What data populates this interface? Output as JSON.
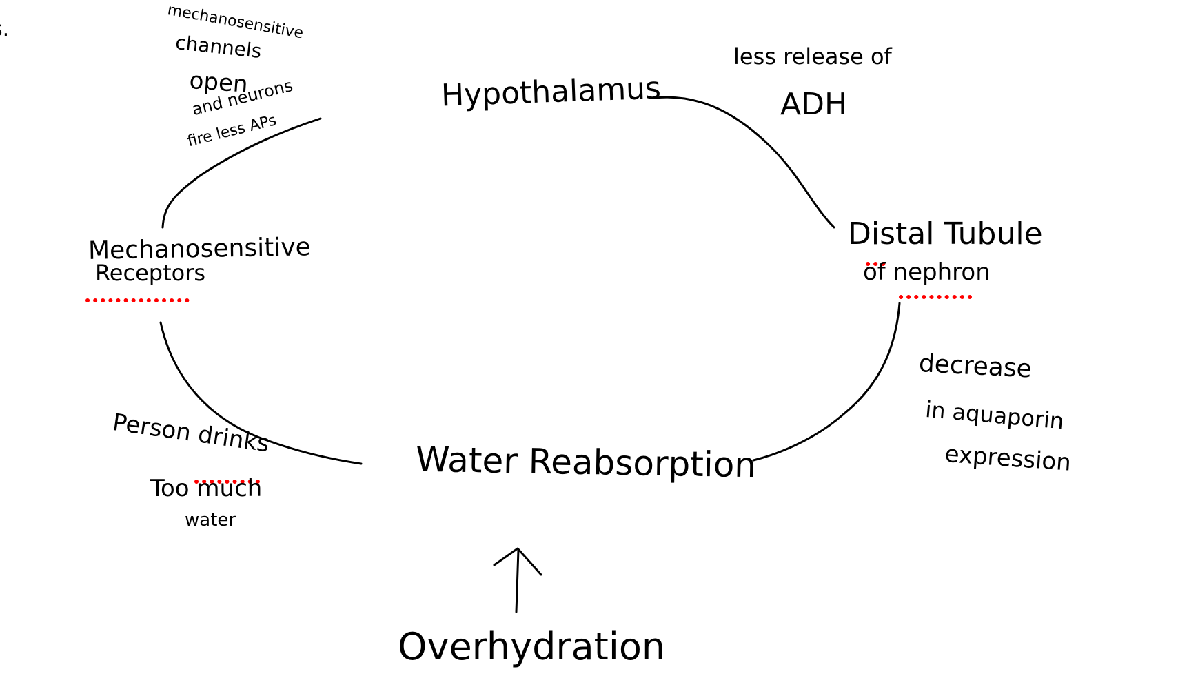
{
  "diagram": {
    "nodes": {
      "hypothalamus": "Hypothalamus",
      "distal_tubule": "Distal Tubule",
      "distal_tubule_sub": "of nephron",
      "water_reabsorption": "Water Reabsorption",
      "mechanosensitive_receptors": "Mechanosensitive",
      "mechanosensitive_receptors_sub": "Receptors",
      "overhydration": "Overhydration"
    },
    "annotations": {
      "stray_edge": "s.",
      "mechano_channels_1": "mechanosensitive",
      "mechano_channels_2": "channels",
      "mechano_channels_3": "open",
      "mechano_channels_4": "and neurons",
      "mechano_channels_5": "fire less APs",
      "adh_1": "less release of",
      "adh_2": "ADH",
      "aquaporin_1": "decrease",
      "aquaporin_2": "in aquaporin",
      "aquaporin_3": "expression",
      "drinks_1": "Person drinks",
      "drinks_2": "Too much",
      "drinks_3": "water"
    },
    "colors": {
      "ink": "#000000",
      "highlight": "#ff0000",
      "background": "#ffffff"
    }
  }
}
